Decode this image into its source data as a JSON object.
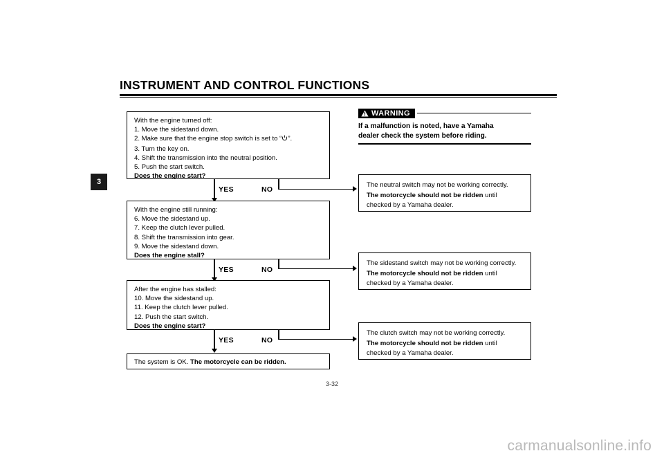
{
  "header": {
    "title": "INSTRUMENT AND CONTROL FUNCTIONS"
  },
  "chapter_tab": {
    "number": "3"
  },
  "warning": {
    "tag_label": "WARNING",
    "icon": "warning-triangle-icon",
    "text_line_1": "If a malfunction is noted, have a Yamaha",
    "text_line_2": "dealer check the system before riding."
  },
  "flowchart": {
    "branch_labels": {
      "yes": "YES",
      "no": "NO"
    },
    "steps": [
      {
        "id": "step-1",
        "lines": [
          {
            "text": "With the engine turned off:",
            "bold": false
          },
          {
            "text": "1. Move the sidestand down.",
            "bold": false
          },
          {
            "text": "2. Make sure that the engine stop switch is set to “",
            "bold": false,
            "symbol": "engine-stop-run-symbol",
            "suffix": "”."
          },
          {
            "text": "3. Turn the key on.",
            "bold": false
          },
          {
            "text": "4. Shift the transmission into the neutral position.",
            "bold": false
          },
          {
            "text": "5. Push the start switch.",
            "bold": false
          },
          {
            "text": "Does the engine start?",
            "bold": true
          }
        ]
      },
      {
        "id": "step-2",
        "lines": [
          {
            "text": "With the engine still running:",
            "bold": false
          },
          {
            "text": "6. Move the sidestand up.",
            "bold": false
          },
          {
            "text": "7. Keep the clutch lever pulled.",
            "bold": false
          },
          {
            "text": "8. Shift the transmission into gear.",
            "bold": false
          },
          {
            "text": "9. Move the sidestand down.",
            "bold": false
          },
          {
            "text": "Does the engine stall?",
            "bold": true
          }
        ]
      },
      {
        "id": "step-3",
        "lines": [
          {
            "text": "After the engine has stalled:",
            "bold": false
          },
          {
            "text": "10. Move the sidestand up.",
            "bold": false
          },
          {
            "text": "11. Keep the clutch lever pulled.",
            "bold": false
          },
          {
            "text": "12. Push the start switch.",
            "bold": false
          },
          {
            "text": "Does the engine start?",
            "bold": true
          }
        ]
      }
    ],
    "final_outcome": {
      "normal": "The system is OK. ",
      "bold": "The motorcycle can be ridden."
    },
    "failures": [
      {
        "id": "neutral-switch-failure",
        "line_1": "The neutral switch may not be working correctly.",
        "line_2_bold": "The motorcycle should not be ridden",
        "line_2_rest": " until",
        "line_3": "checked by a Yamaha dealer."
      },
      {
        "id": "sidestand-switch-failure",
        "line_1": "The sidestand switch may not be working correctly.",
        "line_2_bold": "The motorcycle should not be ridden",
        "line_2_rest": " until",
        "line_3": "checked by a Yamaha dealer."
      },
      {
        "id": "clutch-switch-failure",
        "line_1": "The clutch switch may not be working correctly.",
        "line_2_bold": "The motorcycle should not be ridden",
        "line_2_rest": " until",
        "line_3": "checked by a Yamaha dealer."
      }
    ]
  },
  "footer": {
    "page_number": "3-32",
    "watermark": "carmanualsonline.info"
  },
  "colors": {
    "ink": "#000000",
    "paper": "#ffffff",
    "tab": "#1b1b1b",
    "watermark": "#b9b9b9"
  }
}
